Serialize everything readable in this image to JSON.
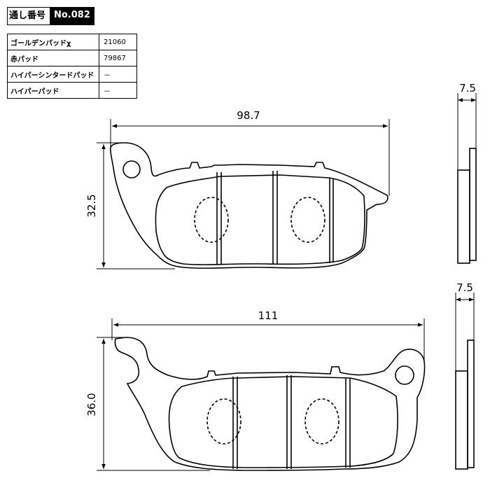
{
  "header": {
    "label": "通し番号",
    "number": "No.082"
  },
  "spec_table": [
    {
      "name": "ゴールデンパッドχ",
      "value": "21060"
    },
    {
      "name": "赤パッド",
      "value": "79867"
    },
    {
      "name": "ハイパーシンタードパッド",
      "value": "－"
    },
    {
      "name": "ハイパーパッド",
      "value": "－"
    }
  ],
  "dimensions": {
    "pad1_width": "98.7",
    "pad1_height": "32.5",
    "pad1_thickness": "7.5",
    "pad2_width": "111",
    "pad2_height": "36.0",
    "pad2_thickness": "7.5"
  }
}
